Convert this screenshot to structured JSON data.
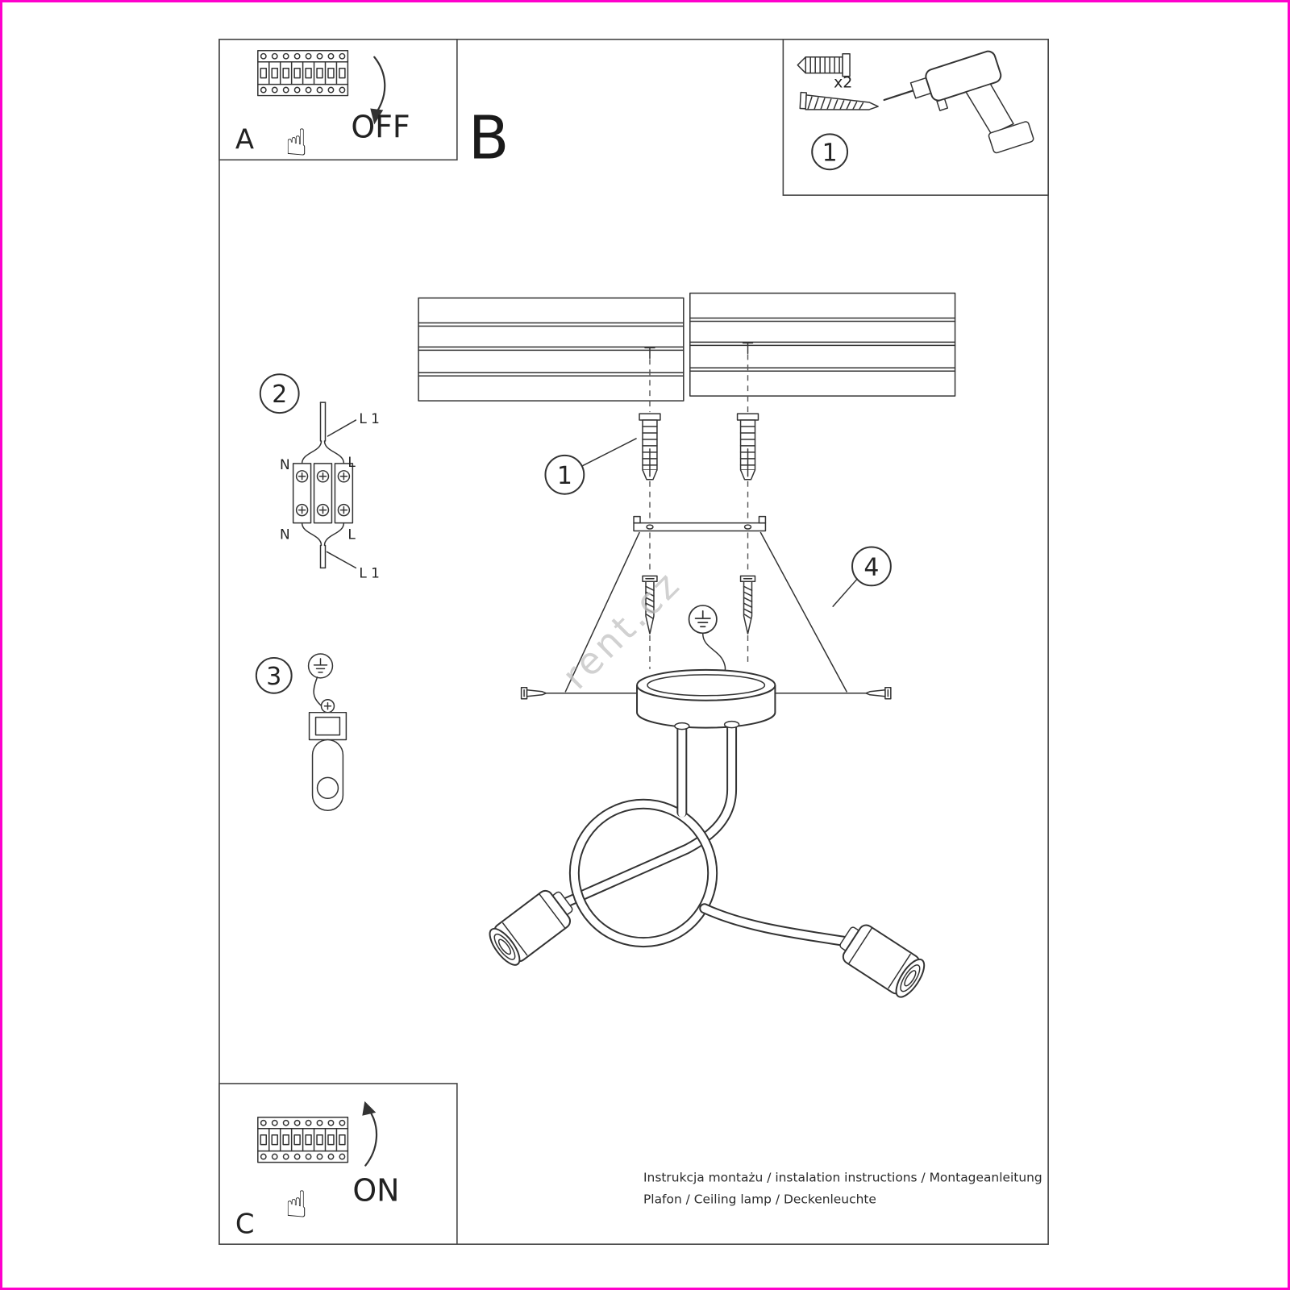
{
  "panel_a": {
    "label": "A",
    "switch_state": "OFF"
  },
  "section_b": {
    "label": "B"
  },
  "panel_c": {
    "label": "C",
    "switch_state": "ON"
  },
  "toolbox": {
    "step_number": "1",
    "screw_quantity": "x2"
  },
  "steps": {
    "fasteners": "1",
    "wiring": "2",
    "grounding": "3",
    "mounting": "4"
  },
  "wiring_diagram": {
    "top_cable_label": "L 1",
    "bottom_cable_label": "L 1",
    "top_left_label": "N",
    "top_right_label": "L",
    "bottom_left_label": "N",
    "bottom_right_label": "L"
  },
  "icons": {
    "pointing_hand": "☝"
  },
  "watermark": "rent.cz",
  "footer": {
    "line1": "Instrukcja montażu / instalation instructions / Montageanleitung",
    "line2": "Plafon / Ceiling lamp / Deckenleuchte"
  },
  "colors": {
    "frame_border": "#ff00cc",
    "line": "#333333",
    "watermark": "#c2c2c2"
  }
}
